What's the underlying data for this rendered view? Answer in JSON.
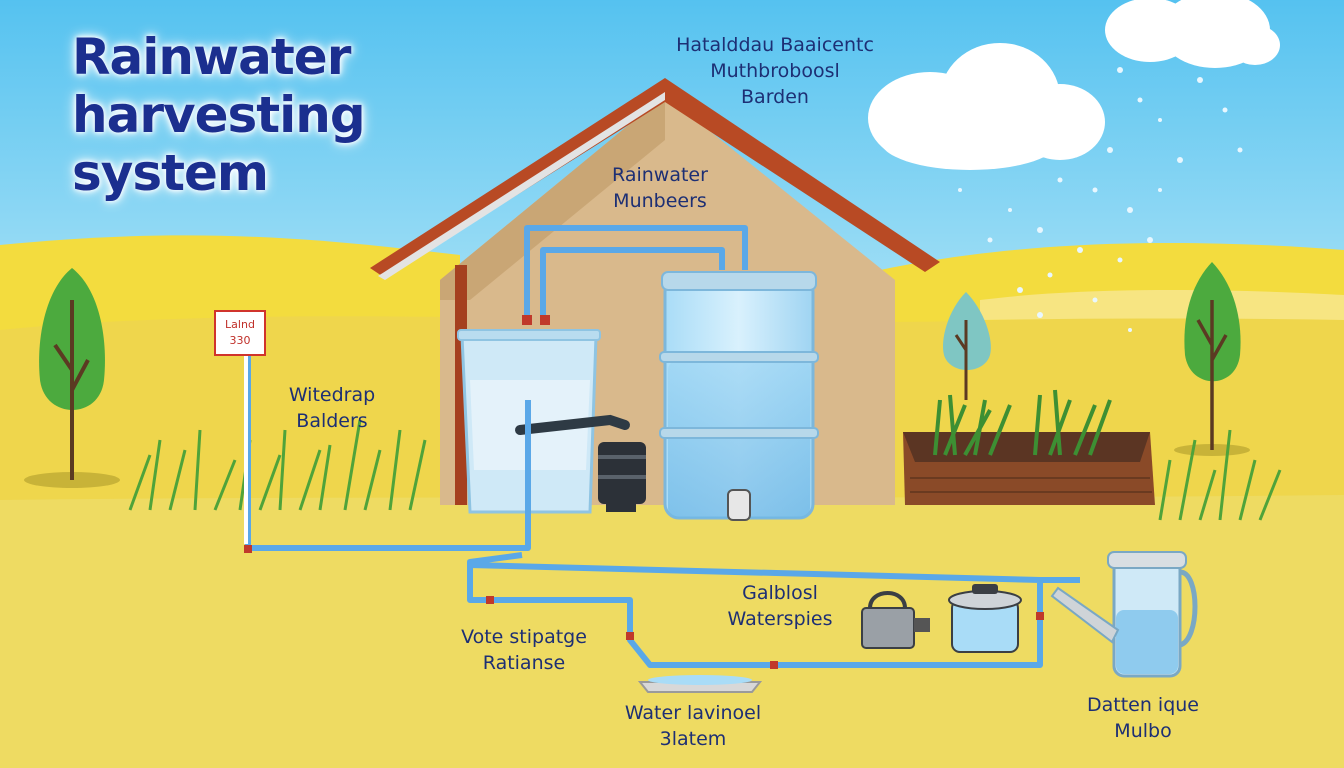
{
  "title": {
    "line1": "Rainwater",
    "line2": "harvesting",
    "line3": "system"
  },
  "labels": {
    "top_center": {
      "line1": "Hatalddau Baaicentc",
      "line2": "Muthbroboosl",
      "line3": "Barden"
    },
    "house": {
      "line1": "Rainwater",
      "line2": "Munbeers"
    },
    "left": {
      "line1": "Witedrap",
      "line2": "Balders"
    },
    "galblosl": {
      "line1": "Galblosl",
      "line2": "Waterspies"
    },
    "vote": {
      "line1": "Vote stipatge",
      "line2": "Ratianse"
    },
    "water": {
      "line1": "Water lavinoel",
      "line2": "3latem"
    },
    "datten": {
      "line1": "Datten ique",
      "line2": "Mulbo"
    }
  },
  "sign": {
    "line1": "Lalnd",
    "line2": "330"
  },
  "colors": {
    "sky": "#7fd0ef",
    "field": "#f0d84a",
    "house_wall": "#d9b98c",
    "roof": "#b84a24",
    "pipe": "#5aa8e8",
    "title": "#1b2f8f",
    "label_text": "#1d2f74"
  }
}
